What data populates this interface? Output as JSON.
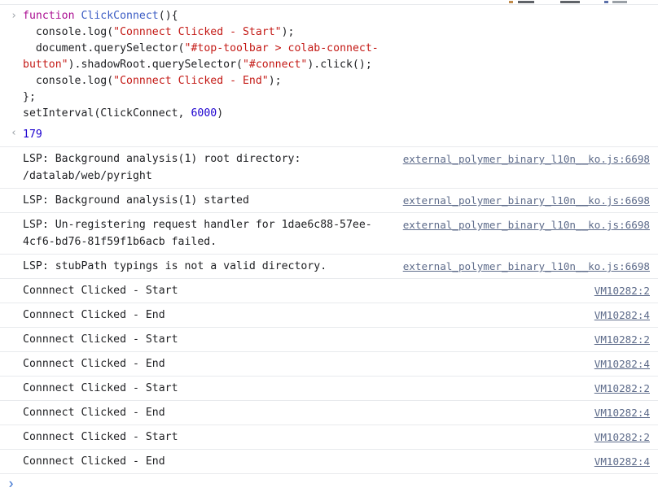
{
  "toolbar": {
    "note": "cut-off devtools toolbar strip"
  },
  "command": {
    "input_marker": "›",
    "output_marker": "‹",
    "result_value": "179",
    "code_lines": [
      [
        {
          "t": "function ",
          "c": "kw"
        },
        {
          "t": "ClickConnect",
          "c": "fn"
        },
        {
          "t": "(){",
          "c": "plain"
        }
      ],
      [
        {
          "t": "  console.log(",
          "c": "plain"
        },
        {
          "t": "\"Connnect Clicked - Start\"",
          "c": "str"
        },
        {
          "t": ");",
          "c": "plain"
        }
      ],
      [
        {
          "t": "  document.querySelector(",
          "c": "plain"
        },
        {
          "t": "\"#top-toolbar > colab-connect-button\"",
          "c": "str"
        },
        {
          "t": ").shadowRoot.querySelector(",
          "c": "plain"
        },
        {
          "t": "\"#connect\"",
          "c": "str"
        },
        {
          "t": ").click();",
          "c": "plain"
        }
      ],
      [
        {
          "t": "  console.log(",
          "c": "plain"
        },
        {
          "t": "\"Connnect Clicked - End\"",
          "c": "str"
        },
        {
          "t": ");",
          "c": "plain"
        }
      ],
      [
        {
          "t": "};",
          "c": "plain"
        }
      ],
      [
        {
          "t": "setInterval(ClickConnect, ",
          "c": "plain"
        },
        {
          "t": "6000",
          "c": "num"
        },
        {
          "t": ")",
          "c": "plain"
        }
      ]
    ]
  },
  "messages": [
    {
      "text": "LSP: Background analysis(1) root directory: /datalab/web/pyright",
      "source": "external_polymer_binary_l10n__ko.js:6698",
      "wide": false
    },
    {
      "text": "LSP: Background analysis(1) started",
      "source": "external_polymer_binary_l10n__ko.js:6698",
      "wide": false
    },
    {
      "text": "LSP: Un-registering request handler for 1dae6c88-57ee-4cf6-bd76-81f59f1b6acb failed.",
      "source": "external_polymer_binary_l10n__ko.js:6698",
      "wide": false
    },
    {
      "text": "LSP: stubPath typings is not a valid directory.",
      "source": "external_polymer_binary_l10n__ko.js:6698",
      "wide": false
    },
    {
      "text": "Connnect Clicked - Start",
      "source": "VM10282:2",
      "wide": true
    },
    {
      "text": "Connnect Clicked - End",
      "source": "VM10282:4",
      "wide": true
    },
    {
      "text": "Connnect Clicked - Start",
      "source": "VM10282:2",
      "wide": true
    },
    {
      "text": "Connnect Clicked - End",
      "source": "VM10282:4",
      "wide": true
    },
    {
      "text": "Connnect Clicked - Start",
      "source": "VM10282:2",
      "wide": true
    },
    {
      "text": "Connnect Clicked - End",
      "source": "VM10282:4",
      "wide": true
    },
    {
      "text": "Connnect Clicked - Start",
      "source": "VM10282:2",
      "wide": true
    },
    {
      "text": "Connnect Clicked - End",
      "source": "VM10282:4",
      "wide": true
    }
  ],
  "prompt": {
    "marker": "❯",
    "value": "",
    "placeholder": ""
  },
  "colors": {
    "keyword": "#aa0d91",
    "function": "#3b5cc4",
    "string": "#c41a16",
    "number": "#1c00cf",
    "link": "#5d6b8a",
    "divider": "#e8eaed",
    "text": "#202124",
    "prompt": "#4d7fd4"
  }
}
